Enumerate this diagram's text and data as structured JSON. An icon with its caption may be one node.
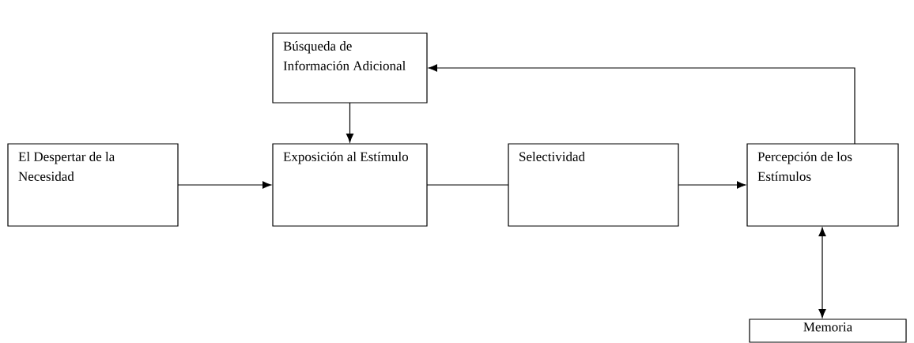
{
  "diagram": {
    "nodes": [
      {
        "text": [
          "Búsqueda de Información Adicional"
        ]
      },
      {
        "text": [
          "El Despertar de la Necesidad"
        ]
      },
      {
        "text": [
          "Exposición al Estímulo"
        ]
      },
      {
        "text": [
          "Selectividad"
        ]
      },
      {
        "text": [
          "Percepción de los Estímulos"
        ]
      },
      {
        "text": [
          "Memoria"
        ]
      }
    ],
    "edges": [
      {
        "from": 0,
        "to": 2,
        "arrow": "to"
      },
      {
        "from": 1,
        "to": 2,
        "arrow": "to"
      },
      {
        "from": 2,
        "to": 3,
        "arrow": "none"
      },
      {
        "from": 3,
        "to": 4,
        "arrow": "to"
      },
      {
        "from": 4,
        "to": 0,
        "arrow": "to"
      },
      {
        "from": 4,
        "to": 5,
        "arrow": "both"
      }
    ]
  }
}
